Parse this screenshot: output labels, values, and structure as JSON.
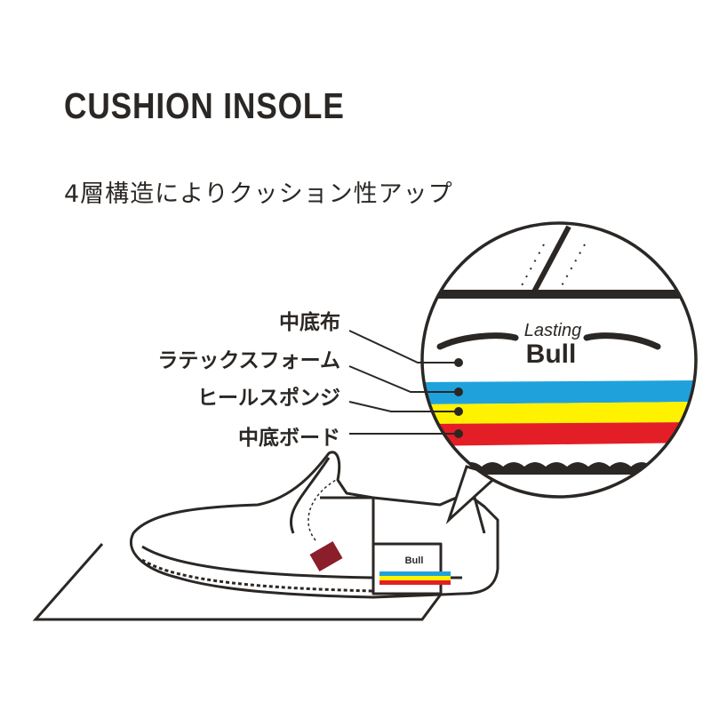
{
  "title": "CUSHION INSOLE",
  "subtitle": "4層構造によりクッション性アップ",
  "layers": [
    {
      "label": "中底布",
      "color": "#ffffff"
    },
    {
      "label": "ラテックスフォーム",
      "color": "#1fa2dc"
    },
    {
      "label": "ヒールスポンジ",
      "color": "#fff200"
    },
    {
      "label": "中底ボード",
      "color": "#e41e26"
    }
  ],
  "brand": {
    "script": "Lasting",
    "name": "Bull"
  },
  "colors": {
    "outline": "#2b2724",
    "tag": "#8b1e2b"
  }
}
